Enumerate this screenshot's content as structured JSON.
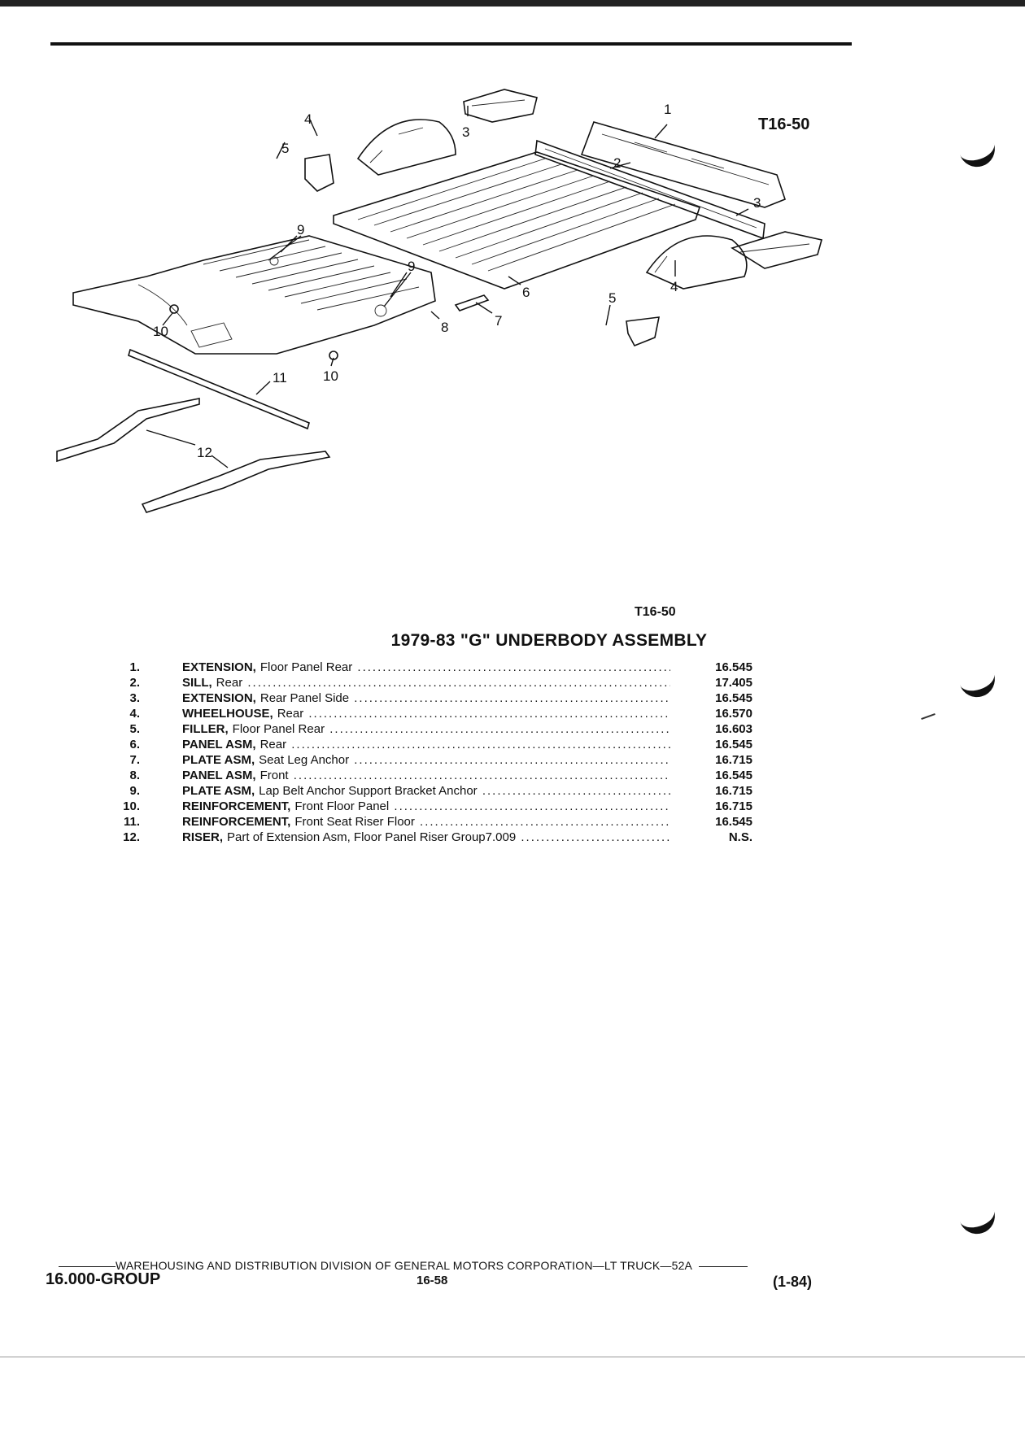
{
  "figure": {
    "id_top": "T16-50",
    "id_bottom": "T16-50",
    "callouts": [
      {
        "label": "1"
      },
      {
        "label": "2"
      },
      {
        "label": "3"
      },
      {
        "label": "3"
      },
      {
        "label": "4"
      },
      {
        "label": "4"
      },
      {
        "label": "5"
      },
      {
        "label": "5"
      },
      {
        "label": "6"
      },
      {
        "label": "7"
      },
      {
        "label": "8"
      },
      {
        "label": "9"
      },
      {
        "label": "9"
      },
      {
        "label": "10"
      },
      {
        "label": "10"
      },
      {
        "label": "11"
      },
      {
        "label": "12"
      }
    ]
  },
  "title": "1979-83 \"G\" UNDERBODY ASSEMBLY",
  "parts": [
    {
      "num": "1.",
      "name": "EXTENSION,",
      "detail": "Floor Panel Rear",
      "group": "16.545"
    },
    {
      "num": "2.",
      "name": "SILL,",
      "detail": "Rear",
      "group": "17.405"
    },
    {
      "num": "3.",
      "name": "EXTENSION,",
      "detail": "Rear Panel Side",
      "group": "16.545"
    },
    {
      "num": "4.",
      "name": "WHEELHOUSE,",
      "detail": "Rear",
      "group": "16.570"
    },
    {
      "num": "5.",
      "name": "FILLER,",
      "detail": "Floor Panel Rear",
      "group": "16.603"
    },
    {
      "num": "6.",
      "name": "PANEL ASM,",
      "detail": "Rear",
      "group": "16.545"
    },
    {
      "num": "7.",
      "name": "PLATE ASM,",
      "detail": "Seat Leg Anchor",
      "group": "16.715"
    },
    {
      "num": "8.",
      "name": "PANEL ASM,",
      "detail": "Front",
      "group": "16.545"
    },
    {
      "num": "9.",
      "name": "PLATE ASM,",
      "detail": "Lap Belt Anchor Support Bracket Anchor",
      "group": "16.715"
    },
    {
      "num": "10.",
      "name": "REINFORCEMENT,",
      "detail": "Front Floor Panel",
      "group": "16.715"
    },
    {
      "num": "11.",
      "name": "REINFORCEMENT,",
      "detail": "Front Seat Riser Floor",
      "group": "16.545"
    },
    {
      "num": "12.",
      "name": "RISER,",
      "detail": "Part of Extension Asm, Floor Panel Riser Group7.009",
      "group": "N.S."
    }
  ],
  "footer": {
    "publisher": "WAREHOUSING AND DISTRIBUTION  DIVISION OF GENERAL MOTORS CORPORATION—LT TRUCK—52A",
    "group": "16.000-GROUP",
    "page": "16-58",
    "date": "(1-84)"
  }
}
